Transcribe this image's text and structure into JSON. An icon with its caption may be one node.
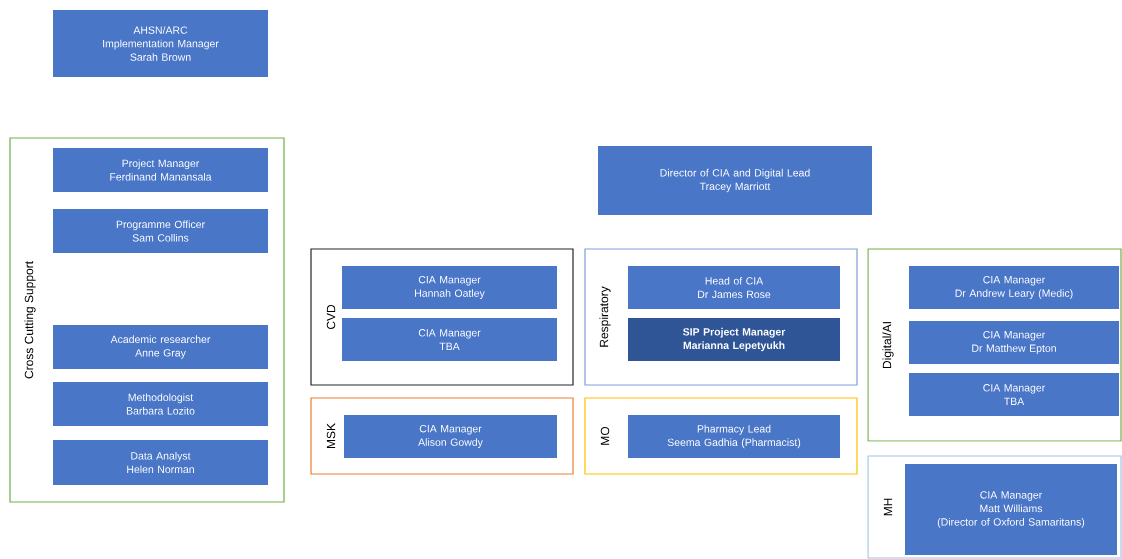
{
  "diagram": {
    "nodes": [
      {
        "text": [
          "AHSN/ARC",
          "Implementation Manager",
          "Sarah Brown"
        ]
      },
      {
        "text": [
          "Cross Cutting Support"
        ]
      },
      {
        "text": [
          "Project Manager",
          "Ferdinand Manansala"
        ],
        "in": 1
      },
      {
        "text": [
          "Programme Officer",
          "Sam Collins"
        ],
        "in": 1
      },
      {
        "text": [
          "Academic researcher",
          "Anne Gray"
        ],
        "in": 1
      },
      {
        "text": [
          "Methodologist",
          "Barbara Lozito"
        ],
        "in": 1
      },
      {
        "text": [
          "Data Analyst",
          "Helen Norman"
        ],
        "in": 1
      },
      {
        "text": [
          "Director of CIA and Digital Lead",
          "Tracey Marriott"
        ]
      },
      {
        "text": [
          "CVD"
        ]
      },
      {
        "text": [
          "CIA Manager",
          "Hannah Oatley"
        ],
        "in": 8
      },
      {
        "text": [
          "CIA Manager",
          "TBA"
        ],
        "in": 8
      },
      {
        "text": [
          "Respiratory"
        ]
      },
      {
        "text": [
          "Head of CIA",
          "Dr James Rose"
        ],
        "in": 11
      },
      {
        "text": [
          "SIP Project Manager",
          "Marianna Lepetyukh"
        ],
        "in": 11
      },
      {
        "text": [
          "Digital/AI"
        ]
      },
      {
        "text": [
          "CIA Manager",
          "Dr Andrew Leary (Medic)"
        ],
        "in": 14
      },
      {
        "text": [
          "CIA Manager",
          "Dr Matthew Epton"
        ],
        "in": 14
      },
      {
        "text": [
          "CIA Manager",
          "TBA"
        ],
        "in": 14
      },
      {
        "text": [
          "MSK"
        ]
      },
      {
        "text": [
          "CIA Manager",
          "Alison Gowdy"
        ],
        "in": 18
      },
      {
        "text": [
          "MO"
        ]
      },
      {
        "text": [
          "Pharmacy Lead",
          "Seema Gadhia (Pharmacist)"
        ],
        "in": 20
      },
      {
        "text": [
          "MH"
        ]
      },
      {
        "text": [
          "CIA Manager",
          "Matt Williams",
          "(Director of Oxford Samaritans)"
        ],
        "in": 22
      }
    ]
  }
}
